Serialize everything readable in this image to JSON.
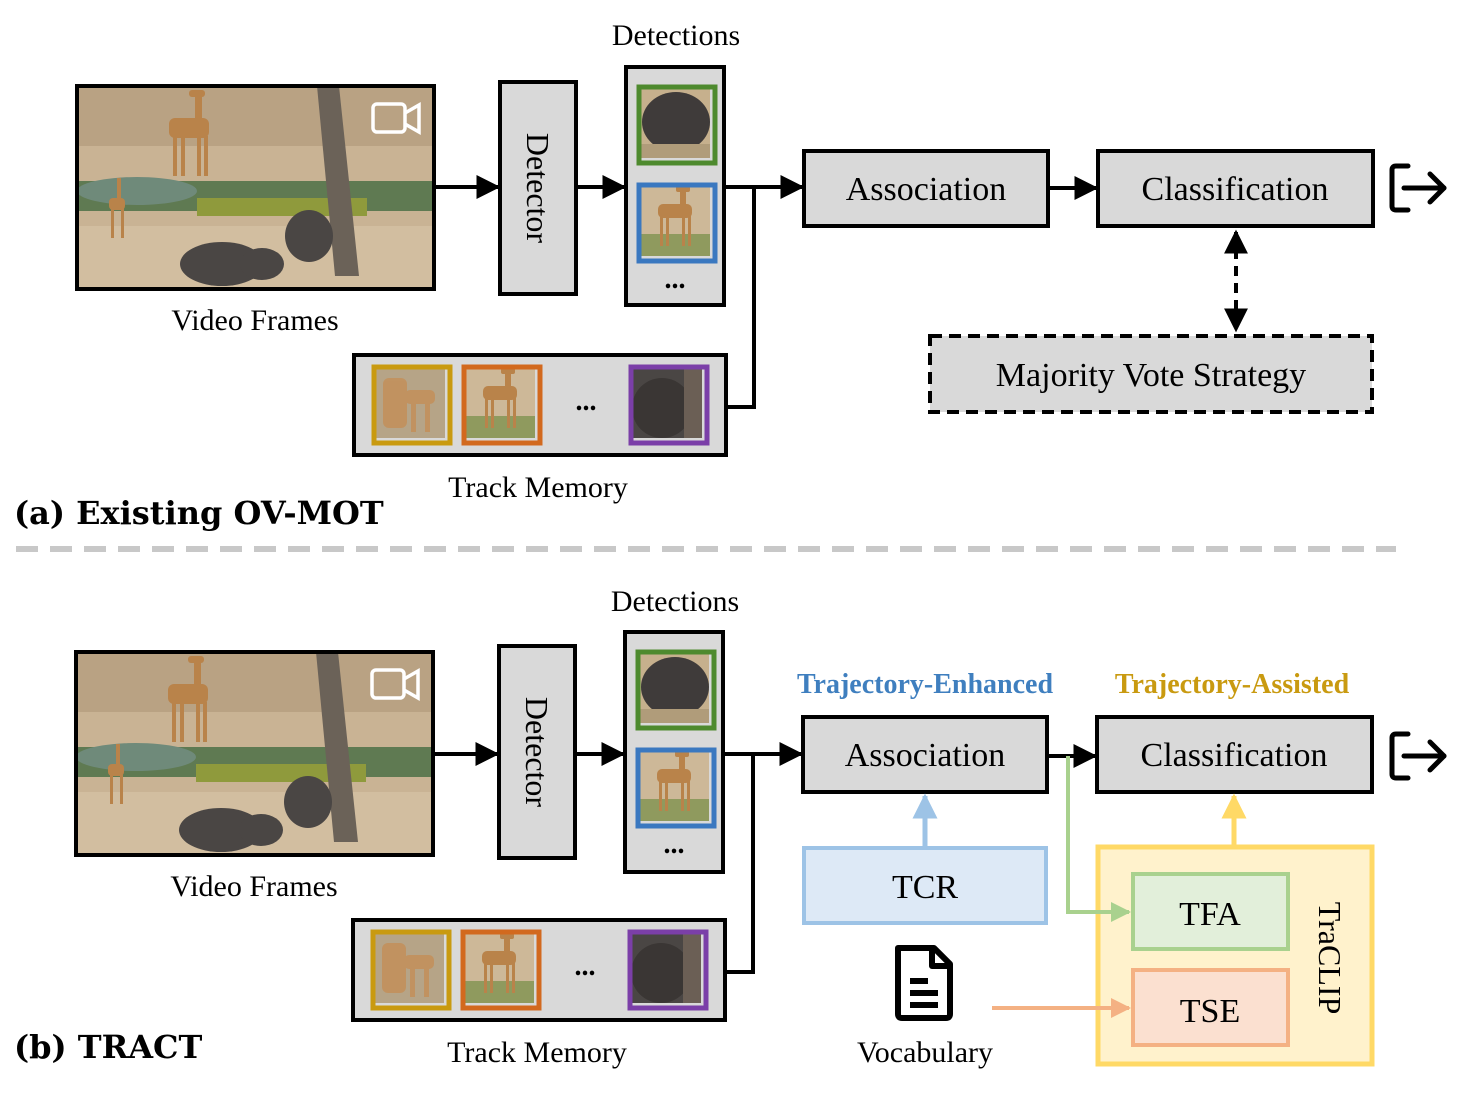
{
  "panel_a": {
    "caption": "(a) Existing OV-MOT",
    "video_label": "Video Frames",
    "detector_label": "Detector",
    "detections_title": "Detections",
    "detections_more": "...",
    "track_memory_label": "Track Memory",
    "track_memory_more": "...",
    "association_label": "Association",
    "classification_label": "Classification",
    "majority_vote_label": "Majority Vote Strategy"
  },
  "panel_b": {
    "caption": "(b) TRACT",
    "video_label": "Video Frames",
    "detector_label": "Detector",
    "detections_title": "Detections",
    "detections_more": "...",
    "track_memory_label": "Track Memory",
    "track_memory_more": "...",
    "association_label": "Association",
    "classification_label": "Classification",
    "trajectory_enhanced_label": "Trajectory-Enhanced",
    "trajectory_assisted_label": "Trajectory-Assisted",
    "tcr_label": "TCR",
    "tfa_label": "TFA",
    "tse_label": "TSE",
    "traclip_label": "TraCLIP",
    "vocabulary_label": "Vocabulary"
  },
  "colors": {
    "box_fill": "#d9d9d9",
    "det_green": "#4e8a2e",
    "det_blue": "#3a78c0",
    "mem_gold": "#c99a10",
    "mem_orange": "#d2691e",
    "mem_purple": "#7b3fa8",
    "trajectory_enhanced": "#3f7fbf",
    "trajectory_assisted": "#c99a10",
    "tcr_fill": "#dde9f6",
    "tcr_stroke": "#9dc3e6",
    "tfa_fill": "#e2efda",
    "tfa_stroke": "#a9d18e",
    "tse_fill": "#fbe0d0",
    "tse_stroke": "#f4b183",
    "traclip_fill": "#fff2cc",
    "traclip_stroke": "#ffd966"
  }
}
